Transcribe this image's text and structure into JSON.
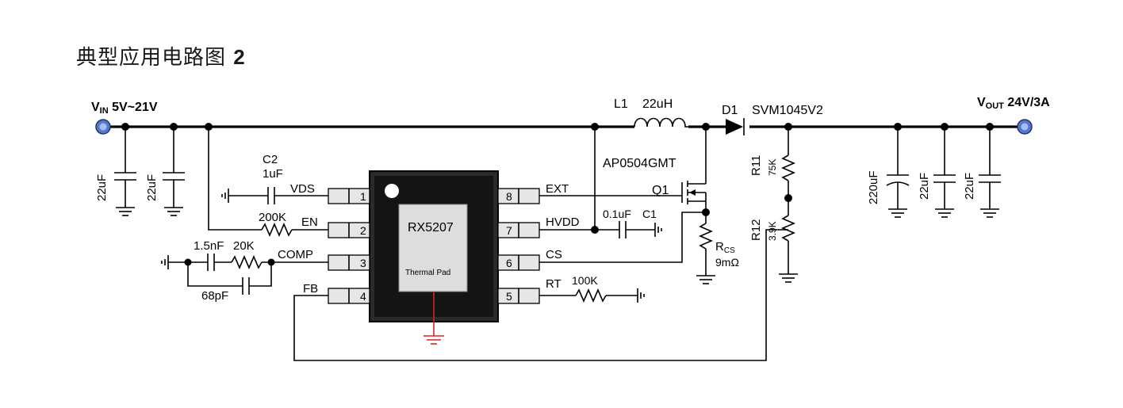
{
  "title_text": "典型应用电路图",
  "title_num": "2",
  "vin_v": "V",
  "vin_sub": "IN",
  "vin_range": "5V~21V",
  "vout_v": "V",
  "vout_sub": "OUT",
  "vout_spec": "24V/3A",
  "l1_ref": "L1",
  "l1_val": "22uH",
  "d1_ref": "D1",
  "d1_part": "SVM1045V2",
  "q1_part": "AP0504GMT",
  "q1_ref": "Q1",
  "c2_ref": "C2",
  "c2_val": "1uF",
  "c1_val": "0.1uF",
  "c1_ref": "C1",
  "r_en": "200K",
  "comp_c": "1.5nF",
  "comp_r": "20K",
  "comp_c2": "68pF",
  "rt_val": "100K",
  "rcs_r": "R",
  "rcs_sub": "CS",
  "rcs_val": "9mΩ",
  "r11_ref": "R11",
  "r11_val": "75K",
  "r12_ref": "R12",
  "r12_val": "3.9K",
  "cin1": "22uF",
  "cin2": "22uF",
  "cout1": "220uF",
  "cout2": "22uF",
  "cout3": "22uF",
  "ic_name": "RX5207",
  "thermal_pad": "Thermal Pad",
  "pins": {
    "p1": {
      "num": "1",
      "name": "VDS"
    },
    "p2": {
      "num": "2",
      "name": "EN"
    },
    "p3": {
      "num": "3",
      "name": "COMP"
    },
    "p4": {
      "num": "4",
      "name": "FB"
    },
    "p5": {
      "num": "5",
      "name": "RT"
    },
    "p6": {
      "num": "6",
      "name": "CS"
    },
    "p7": {
      "num": "7",
      "name": "HVDD"
    },
    "p8": {
      "num": "8",
      "name": "EXT"
    }
  },
  "colors": {
    "thermal_ground": "#e02020",
    "terminal": "#5577cc",
    "ic_body": "#141414"
  }
}
